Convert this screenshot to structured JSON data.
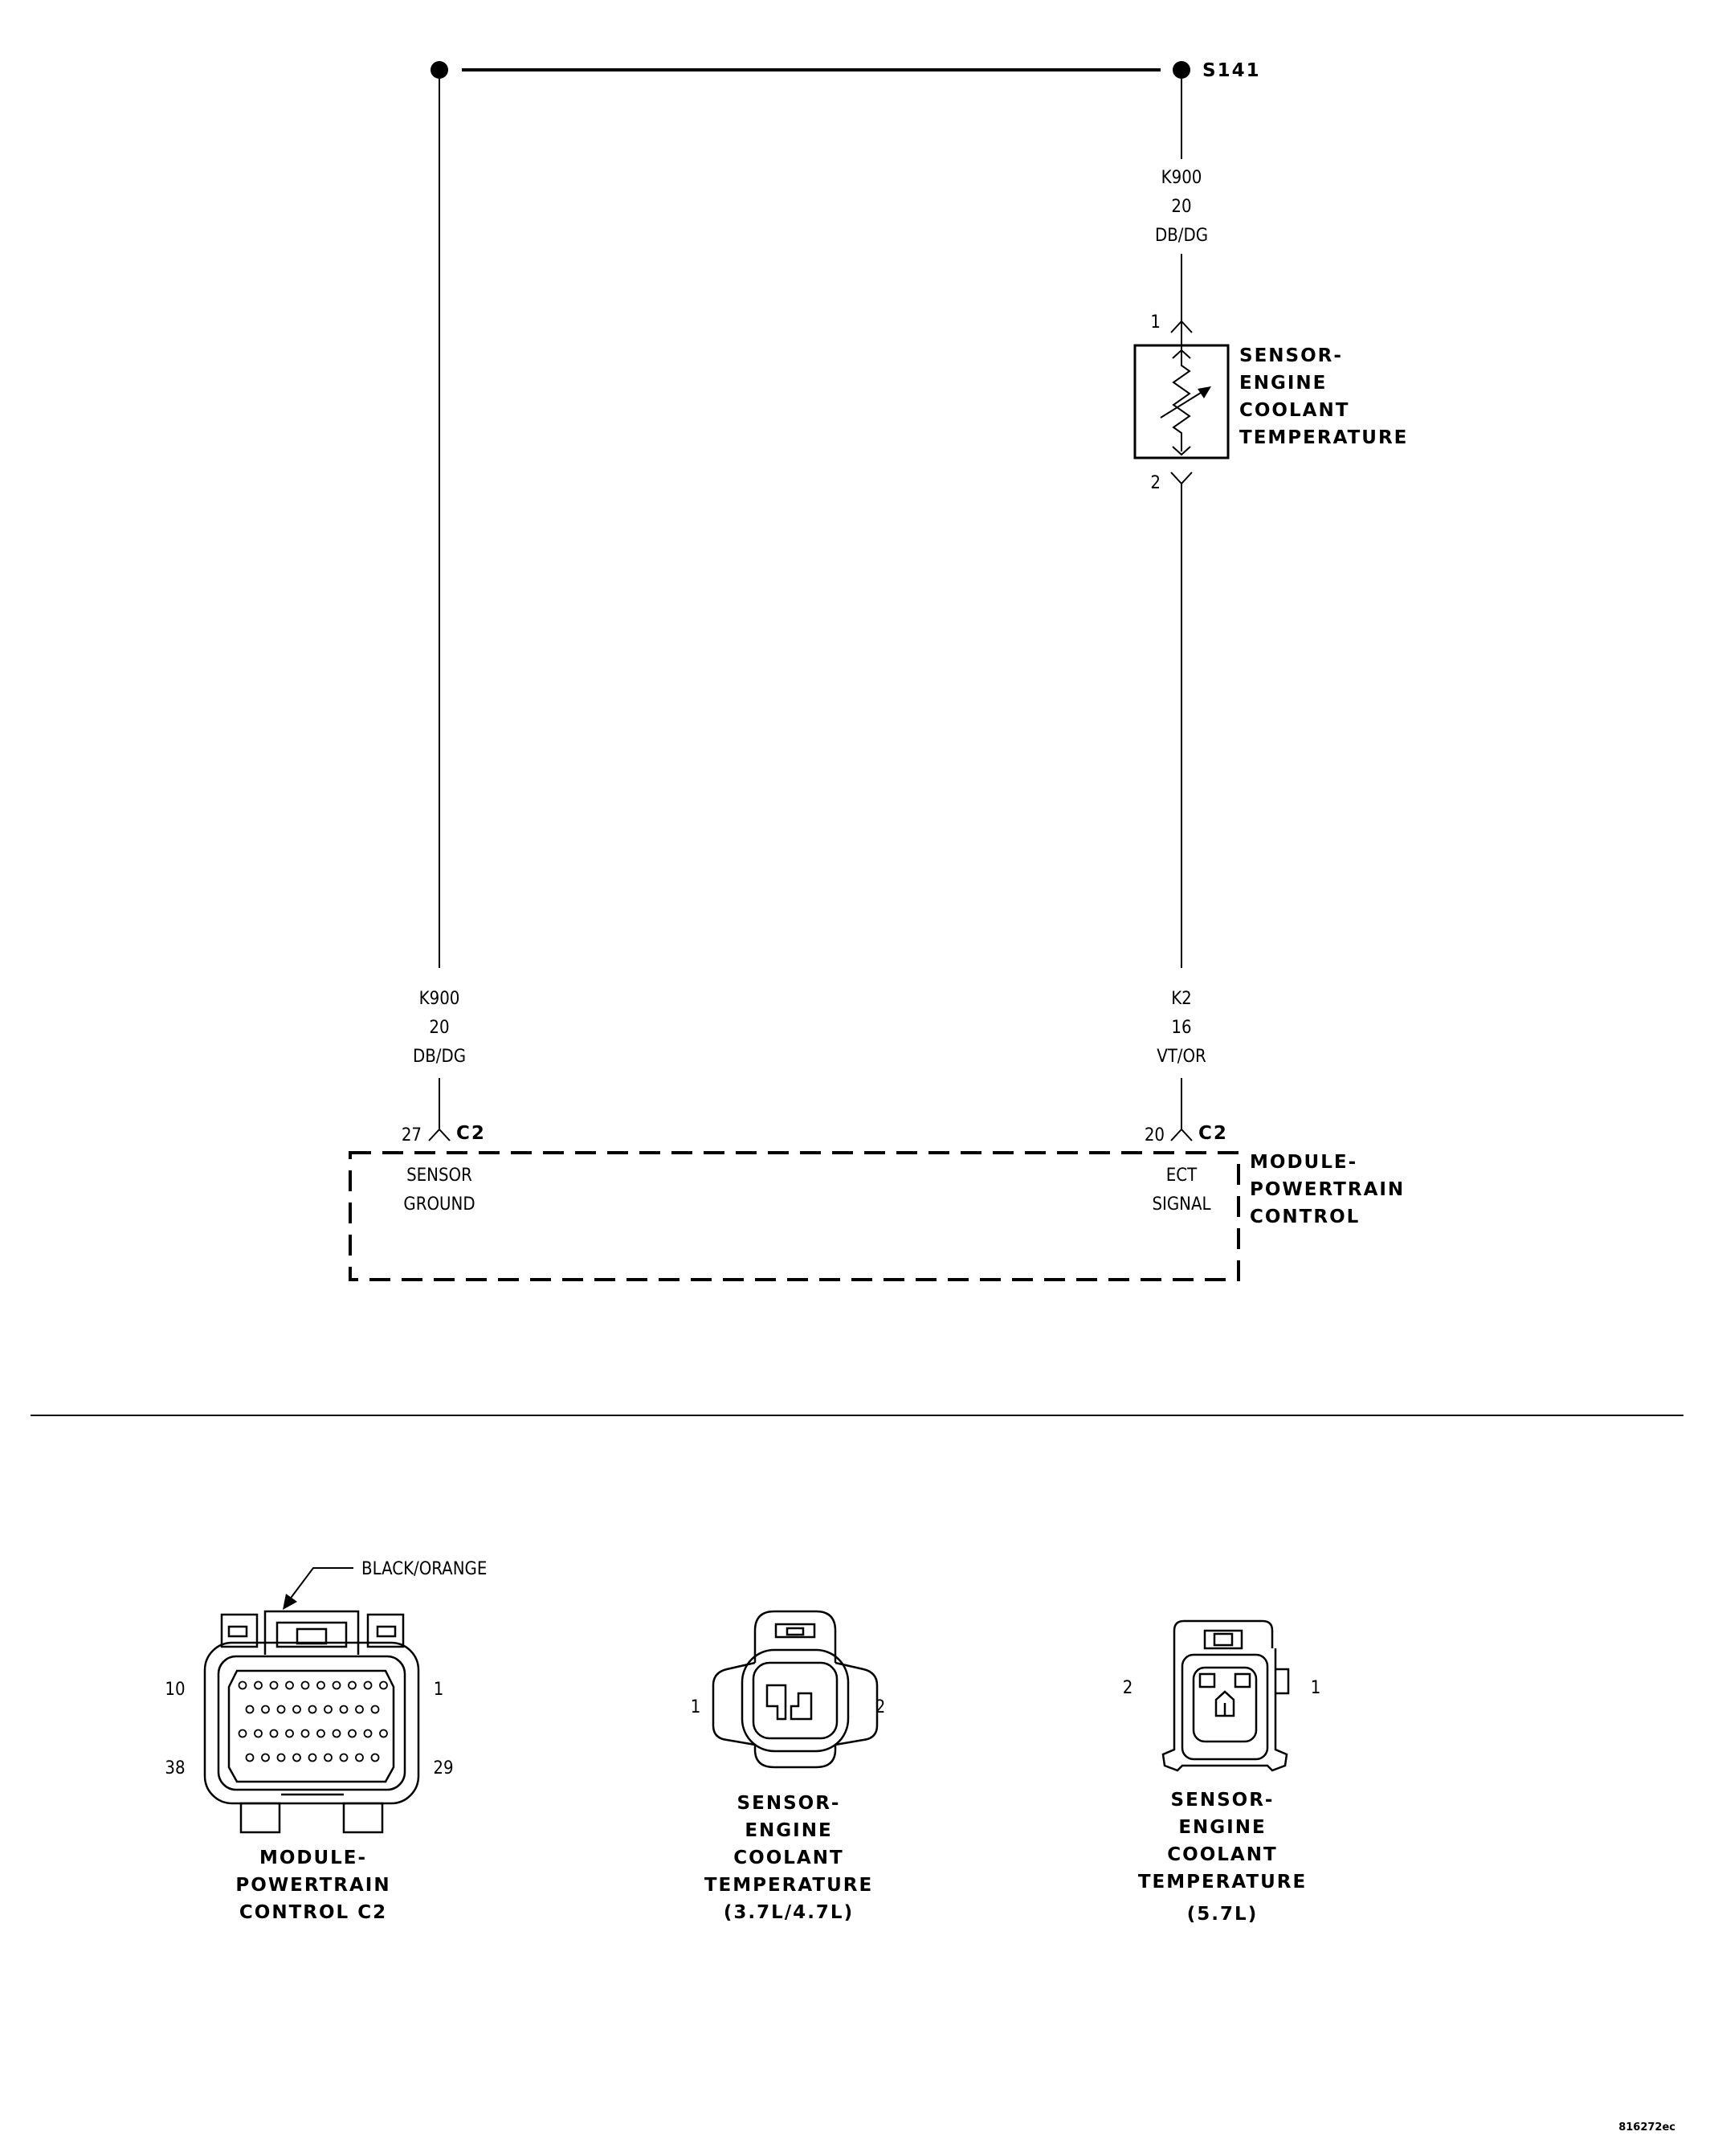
{
  "splice": {
    "label": "S141"
  },
  "wires": {
    "left_top": {
      "circuit": "K900",
      "gauge": "20",
      "color": "DB/DG"
    },
    "left_bottom": {
      "circuit": "K900",
      "gauge": "20",
      "color": "DB/DG"
    },
    "right_bottom": {
      "circuit": "K2",
      "gauge": "16",
      "color": "VT/OR"
    }
  },
  "sensor": {
    "pin_top": "1",
    "pin_bottom": "2",
    "label_lines": [
      "SENSOR-",
      "ENGINE",
      "COOLANT",
      "TEMPERATURE"
    ]
  },
  "pcm": {
    "left_pin": {
      "number": "27",
      "connector": "C2",
      "function_lines": [
        "SENSOR",
        "GROUND"
      ]
    },
    "right_pin": {
      "number": "20",
      "connector": "C2",
      "function_lines": [
        "ECT",
        "SIGNAL"
      ]
    },
    "label_lines": [
      "MODULE-",
      "POWERTRAIN",
      "CONTROL"
    ]
  },
  "connector_views": [
    {
      "callout": "BLACK/ORANGE",
      "pins": {
        "top_left": "10",
        "top_right": "1",
        "bottom_left": "38",
        "bottom_right": "29"
      },
      "label_lines": [
        "MODULE-",
        "POWERTRAIN",
        "CONTROL C2"
      ]
    },
    {
      "pins": {
        "left": "1",
        "right": "2"
      },
      "label_lines": [
        "SENSOR-",
        "ENGINE",
        "COOLANT",
        "TEMPERATURE",
        "(3.7L/4.7L)"
      ]
    },
    {
      "pins": {
        "left": "2",
        "right": "1"
      },
      "label_lines": [
        "SENSOR-",
        "ENGINE",
        "COOLANT",
        "TEMPERATURE",
        "(5.7L)"
      ]
    }
  ],
  "figure_id": "816272ec"
}
